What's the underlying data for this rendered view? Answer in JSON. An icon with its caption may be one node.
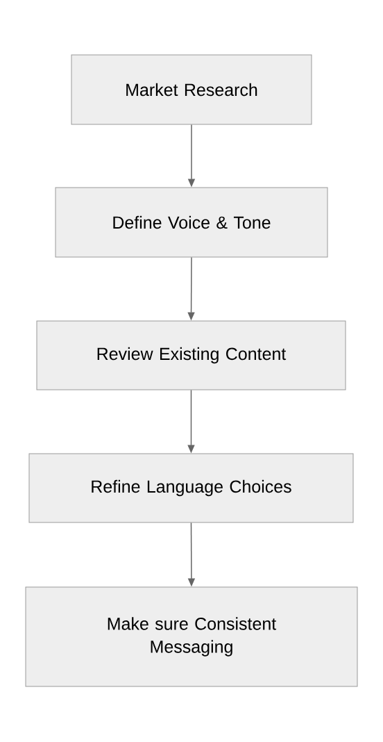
{
  "diagram": {
    "nodes": [
      {
        "text": [
          "Market Research"
        ]
      },
      {
        "text": [
          "Define Voice & Tone"
        ]
      },
      {
        "text": [
          "Review Existing Content"
        ]
      },
      {
        "text": [
          "Refine Language Choices"
        ]
      },
      {
        "text": [
          "Make sure Consistent Messaging"
        ]
      }
    ],
    "edges": [
      {
        "from": 0,
        "to": 1,
        "arrow": "to"
      },
      {
        "from": 1,
        "to": 2,
        "arrow": "to"
      },
      {
        "from": 2,
        "to": 3,
        "arrow": "to"
      },
      {
        "from": 3,
        "to": 4,
        "arrow": "to"
      }
    ]
  }
}
